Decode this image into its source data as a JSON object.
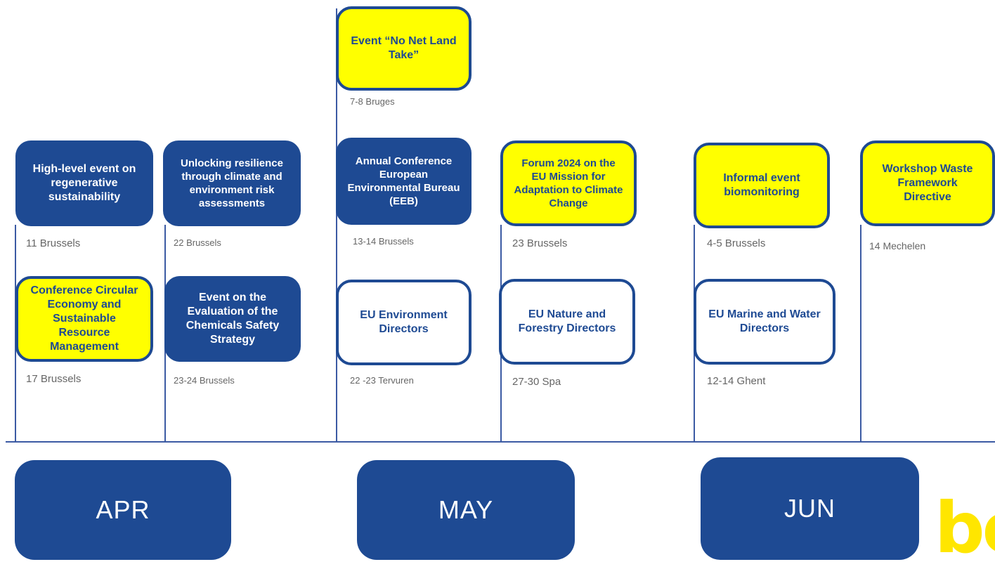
{
  "events": [
    {
      "title": "High-level event on regenerative sustainability",
      "date": "11 Brussels"
    },
    {
      "title": "Conference Circular Economy and Sustainable Resource Management",
      "date": "17 Brussels"
    },
    {
      "title": "Unlocking resilience through climate and environment risk assessments",
      "date": "22 Brussels"
    },
    {
      "title": "Event on the Evaluation of the Chemicals Safety Strategy",
      "date": "23-24 Brussels"
    },
    {
      "title": "Event “No Net Land Take”",
      "date": "7-8 Bruges"
    },
    {
      "title": "Annual Conference European Environmental Bureau (EEB)",
      "date": "13-14 Brussels"
    },
    {
      "title": "EU Environment Directors",
      "date": "22 -23 Tervuren"
    },
    {
      "title": "Forum 2024 on the EU Mission for Adaptation to Climate Change",
      "date": "23 Brussels"
    },
    {
      "title": "EU Nature and Forestry Directors",
      "date": "27-30 Spa"
    },
    {
      "title": "Informal event biomonitoring",
      "date": "4-5 Brussels"
    },
    {
      "title": "EU Marine and Water Directors",
      "date": "12-14 Ghent"
    },
    {
      "title": "Workshop Waste Framework Directive",
      "date": "14 Mechelen"
    }
  ],
  "months": [
    "APR",
    "MAY",
    "JUN"
  ],
  "logo_text": "be",
  "colors": {
    "dark_blue": "#1e4a93",
    "highlight": "#ffff00",
    "line": "#3b5aa3",
    "logo": "#ffe600"
  }
}
